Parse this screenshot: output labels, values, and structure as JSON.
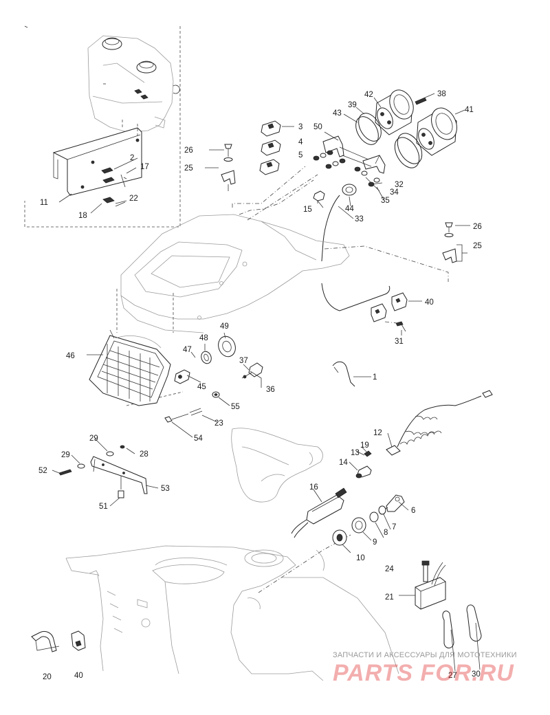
{
  "watermark": {
    "tagline": "ЗАПЧАСТИ И АКСЕССУАРЫ ДЛЯ МОТОТЕХНИКИ",
    "logo": "PARTS FOR.RU"
  },
  "callouts": [
    {
      "id": "c1",
      "text": "1"
    },
    {
      "id": "c2",
      "text": "2"
    },
    {
      "id": "c3",
      "text": "3"
    },
    {
      "id": "c4",
      "text": "4"
    },
    {
      "id": "c5",
      "text": "5"
    },
    {
      "id": "c6",
      "text": "6"
    },
    {
      "id": "c7",
      "text": "7"
    },
    {
      "id": "c8",
      "text": "8"
    },
    {
      "id": "c9",
      "text": "9"
    },
    {
      "id": "c10",
      "text": "10"
    },
    {
      "id": "c11",
      "text": "11"
    },
    {
      "id": "c12",
      "text": "12"
    },
    {
      "id": "c13",
      "text": "13"
    },
    {
      "id": "c14",
      "text": "14"
    },
    {
      "id": "c15",
      "text": "15"
    },
    {
      "id": "c16",
      "text": "16"
    },
    {
      "id": "c17",
      "text": "17"
    },
    {
      "id": "c18",
      "text": "18"
    },
    {
      "id": "c19",
      "text": "19"
    },
    {
      "id": "c20",
      "text": "20"
    },
    {
      "id": "c21",
      "text": "21"
    },
    {
      "id": "c22",
      "text": "22"
    },
    {
      "id": "c23",
      "text": "23"
    },
    {
      "id": "c24",
      "text": "24"
    },
    {
      "id": "c25a",
      "text": "25"
    },
    {
      "id": "c25b",
      "text": "25"
    },
    {
      "id": "c26a",
      "text": "26"
    },
    {
      "id": "c26b",
      "text": "26"
    },
    {
      "id": "c27",
      "text": "27"
    },
    {
      "id": "c28",
      "text": "28"
    },
    {
      "id": "c29a",
      "text": "29"
    },
    {
      "id": "c29b",
      "text": "29"
    },
    {
      "id": "c30",
      "text": "30"
    },
    {
      "id": "c31",
      "text": "31"
    },
    {
      "id": "c32",
      "text": "32"
    },
    {
      "id": "c33",
      "text": "33"
    },
    {
      "id": "c34",
      "text": "34"
    },
    {
      "id": "c35",
      "text": "35"
    },
    {
      "id": "c36",
      "text": "36"
    },
    {
      "id": "c37",
      "text": "37"
    },
    {
      "id": "c38",
      "text": "38"
    },
    {
      "id": "c39",
      "text": "39"
    },
    {
      "id": "c40a",
      "text": "40"
    },
    {
      "id": "c40b",
      "text": "40"
    },
    {
      "id": "c41",
      "text": "41"
    },
    {
      "id": "c42",
      "text": "42"
    },
    {
      "id": "c43",
      "text": "43"
    },
    {
      "id": "c44",
      "text": "44"
    },
    {
      "id": "c45",
      "text": "45"
    },
    {
      "id": "c46",
      "text": "46"
    },
    {
      "id": "c47",
      "text": "47"
    },
    {
      "id": "c48",
      "text": "48"
    },
    {
      "id": "c49",
      "text": "49"
    },
    {
      "id": "c50",
      "text": "50"
    },
    {
      "id": "c51",
      "text": "51"
    },
    {
      "id": "c52",
      "text": "52"
    },
    {
      "id": "c53",
      "text": "53"
    },
    {
      "id": "c54",
      "text": "54"
    },
    {
      "id": "c55",
      "text": "55"
    }
  ]
}
